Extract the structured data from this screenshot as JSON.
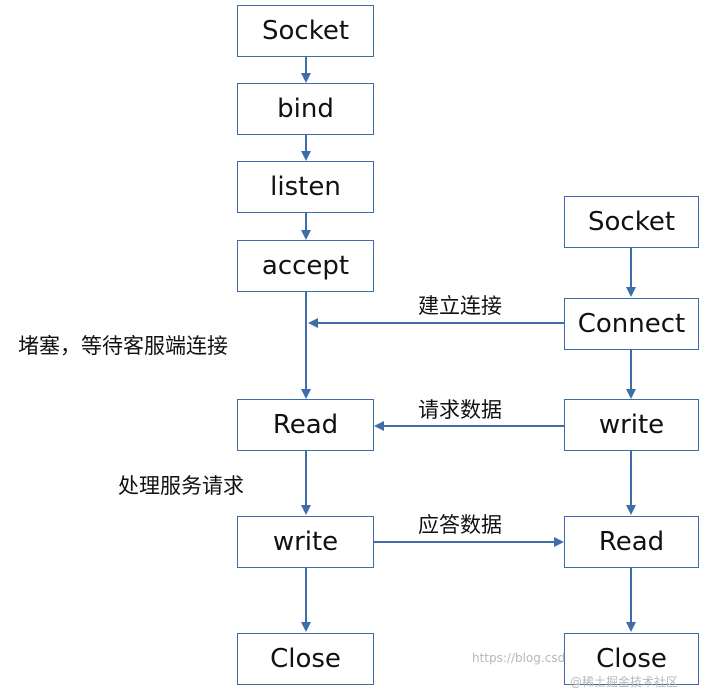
{
  "server": {
    "socket": "Socket",
    "bind": "bind",
    "listen": "listen",
    "accept": "accept",
    "read": "Read",
    "write": "write",
    "close": "Close"
  },
  "client": {
    "socket": "Socket",
    "connect": "Connect",
    "write": "write",
    "read": "Read",
    "close": "Close"
  },
  "labels": {
    "establish_connection": "建立连接",
    "blocking_wait": "堵塞，等待客服端连接",
    "request_data": "请求数据",
    "handle_request": "处理服务请求",
    "response_data": "应答数据"
  },
  "watermark": {
    "url": "https://blog.csd",
    "community": "@稀土掘金技术社区"
  },
  "colors": {
    "line": "#3e6da8",
    "box_border": "#3e6da8"
  }
}
